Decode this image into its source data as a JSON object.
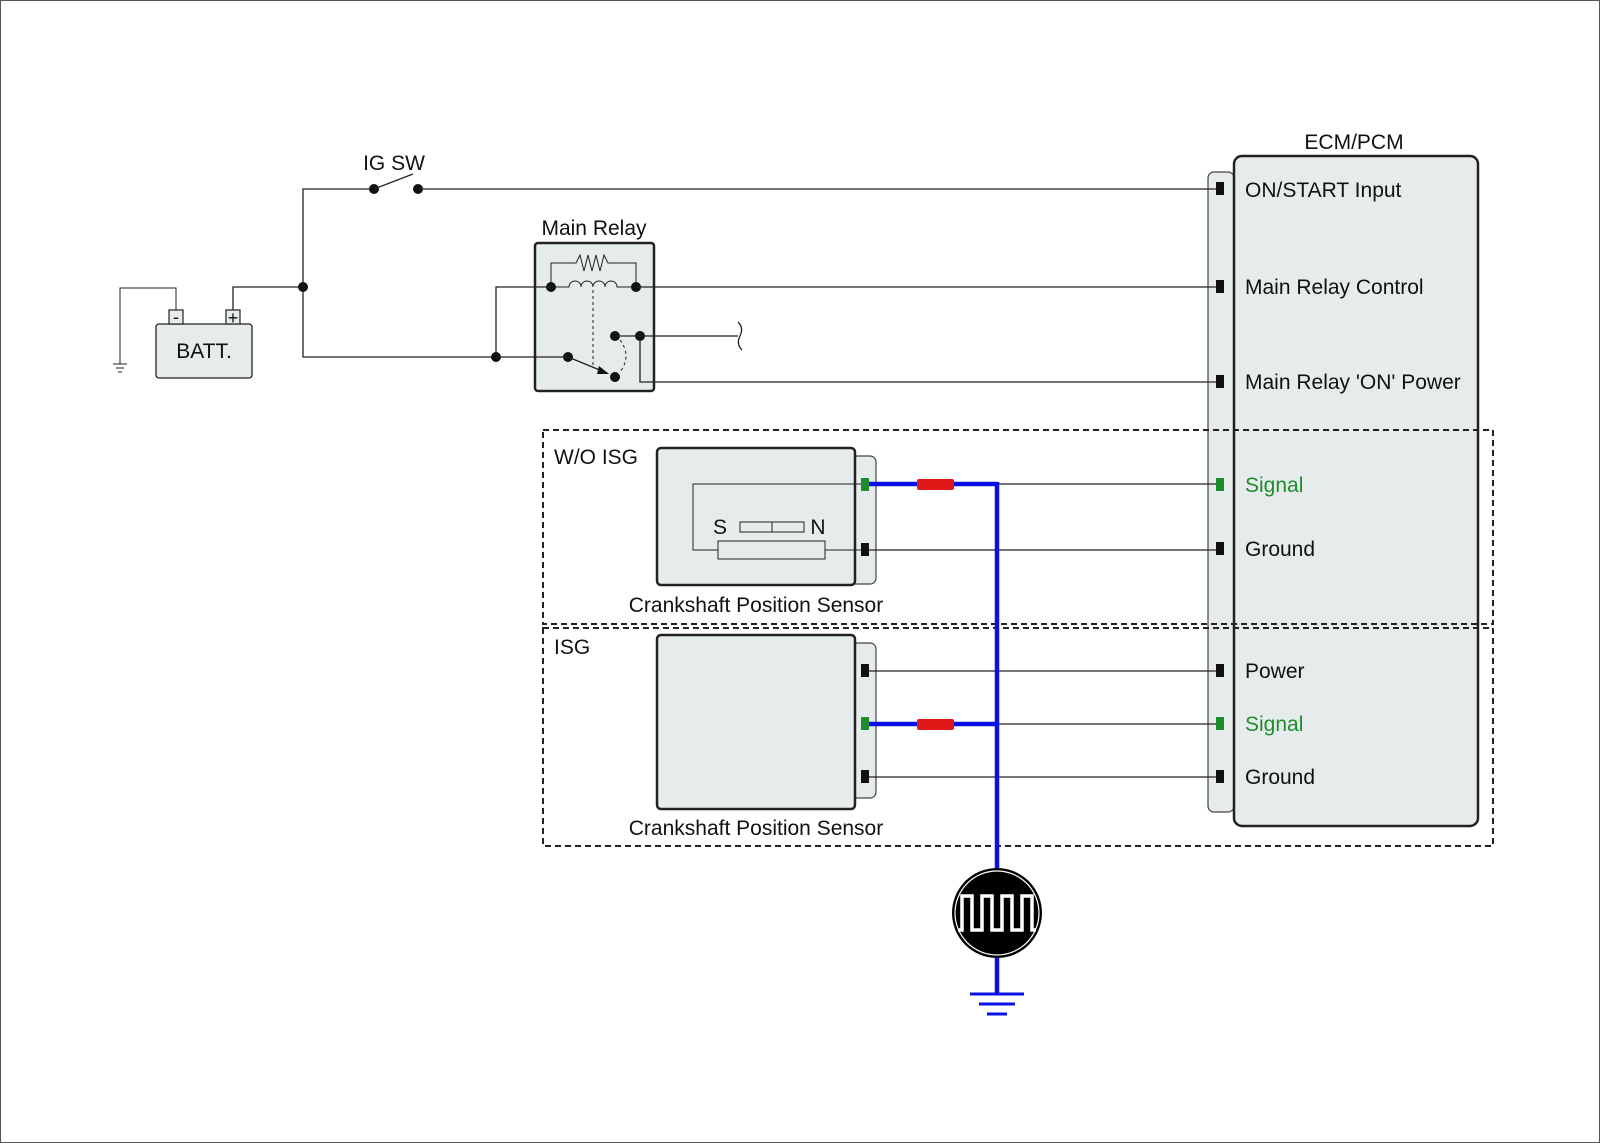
{
  "components": {
    "ig_switch": "IG SW",
    "main_relay": "Main Relay",
    "battery": "BATT.",
    "battery_neg": "-",
    "battery_pos": "+",
    "ecm": "ECM/PCM"
  },
  "ecm_pins": {
    "on_start": "ON/START Input",
    "relay_control": "Main Relay Control",
    "relay_power": "Main Relay 'ON' Power",
    "wo_signal": "Signal",
    "wo_ground": "Ground",
    "isg_power": "Power",
    "isg_signal": "Signal",
    "isg_ground": "Ground"
  },
  "sections": {
    "wo_isg": "W/O ISG",
    "isg": "ISG"
  },
  "sensors": {
    "wo_isg_label": "Crankshaft Position Sensor",
    "isg_label": "Crankshaft Position Sensor",
    "magnet_s": "S",
    "magnet_n": "N"
  },
  "colors": {
    "signal_green": "#1f8c2c",
    "probe_blue": "#0a10e6",
    "fuse_red": "#e01818",
    "component_fill": "#e6eceb"
  },
  "icons": {
    "oscilloscope": "square-wave-scope-icon",
    "ground": "ground-icon"
  }
}
